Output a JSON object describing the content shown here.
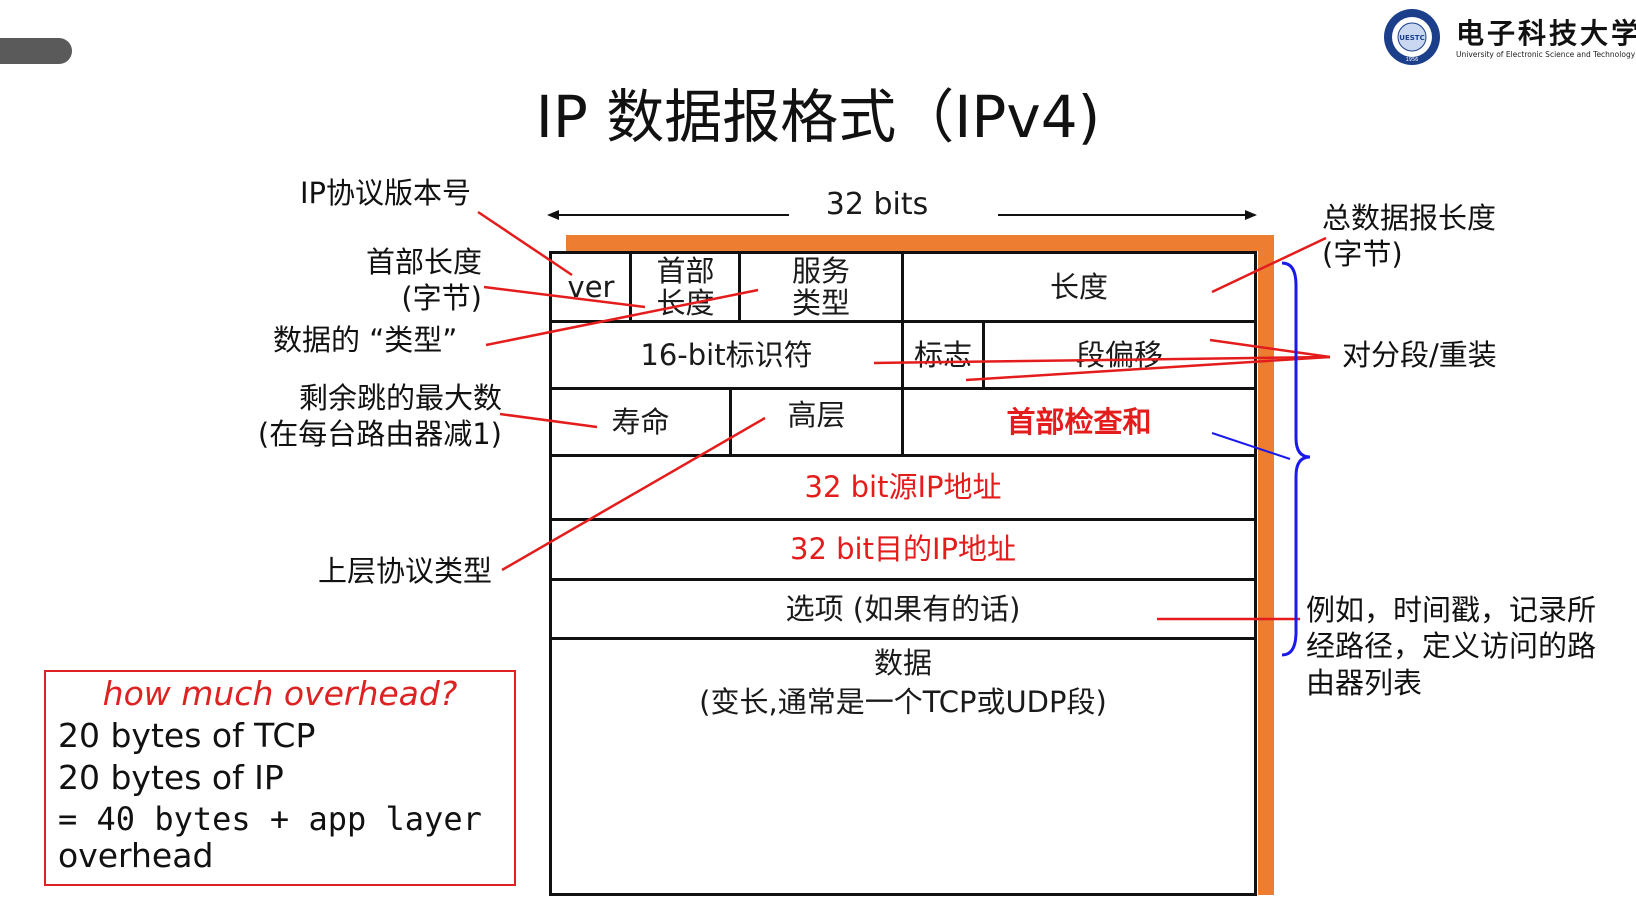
{
  "logo": {
    "cn": "电子科技大学",
    "en": "University of Electronic Science and Technology of China",
    "seal_text": "UESTC",
    "seal_year": "1956"
  },
  "title": "IP 数据报格式（IPv4)",
  "width_label": "32 bits",
  "fields": {
    "ver": "ver",
    "hlen_line1": "首部",
    "hlen_line2": "长度",
    "tos_line1": "服务",
    "tos_line2": "类型",
    "length": "长度",
    "ident": "16-bit标识符",
    "flags": "标志",
    "frag_offset": "段偏移",
    "ttl": "寿命",
    "upper_layer": "高层",
    "checksum": "首部检查和",
    "src_ip": "32 bit源IP地址",
    "dst_ip": "32 bit目的IP地址",
    "options": "选项 (如果有的话)",
    "data_line1": "数据",
    "data_line2": "(变长,通常是一个TCP或UDP段)"
  },
  "annotations": {
    "version": "IP协议版本号",
    "hlen_line1": "首部长度",
    "hlen_line2": "(字节)",
    "type": "数据的 “类型”",
    "ttl_line1": "剩余跳的最大数",
    "ttl_line2": "(在每台路由器减1)",
    "upper_protocol": "上层协议类型",
    "total_length_line1": "总数据报长度",
    "total_length_line2": "(字节)",
    "fragmentation": "对分段/重装",
    "options_line1": "例如，时间戳，记录所",
    "options_line2": "经路径，定义访问的路",
    "options_line3": "由器列表"
  },
  "overhead": {
    "question": "how much overhead?",
    "tcp": "20 bytes of TCP",
    "ip": "20 bytes of IP",
    "total": "= 40 bytes + app layer",
    "total_cont": "overhead"
  },
  "colors": {
    "accent_orange": "#ed7d31",
    "annotation_red": "#e51c1c",
    "brace_blue": "#1a1aee"
  }
}
